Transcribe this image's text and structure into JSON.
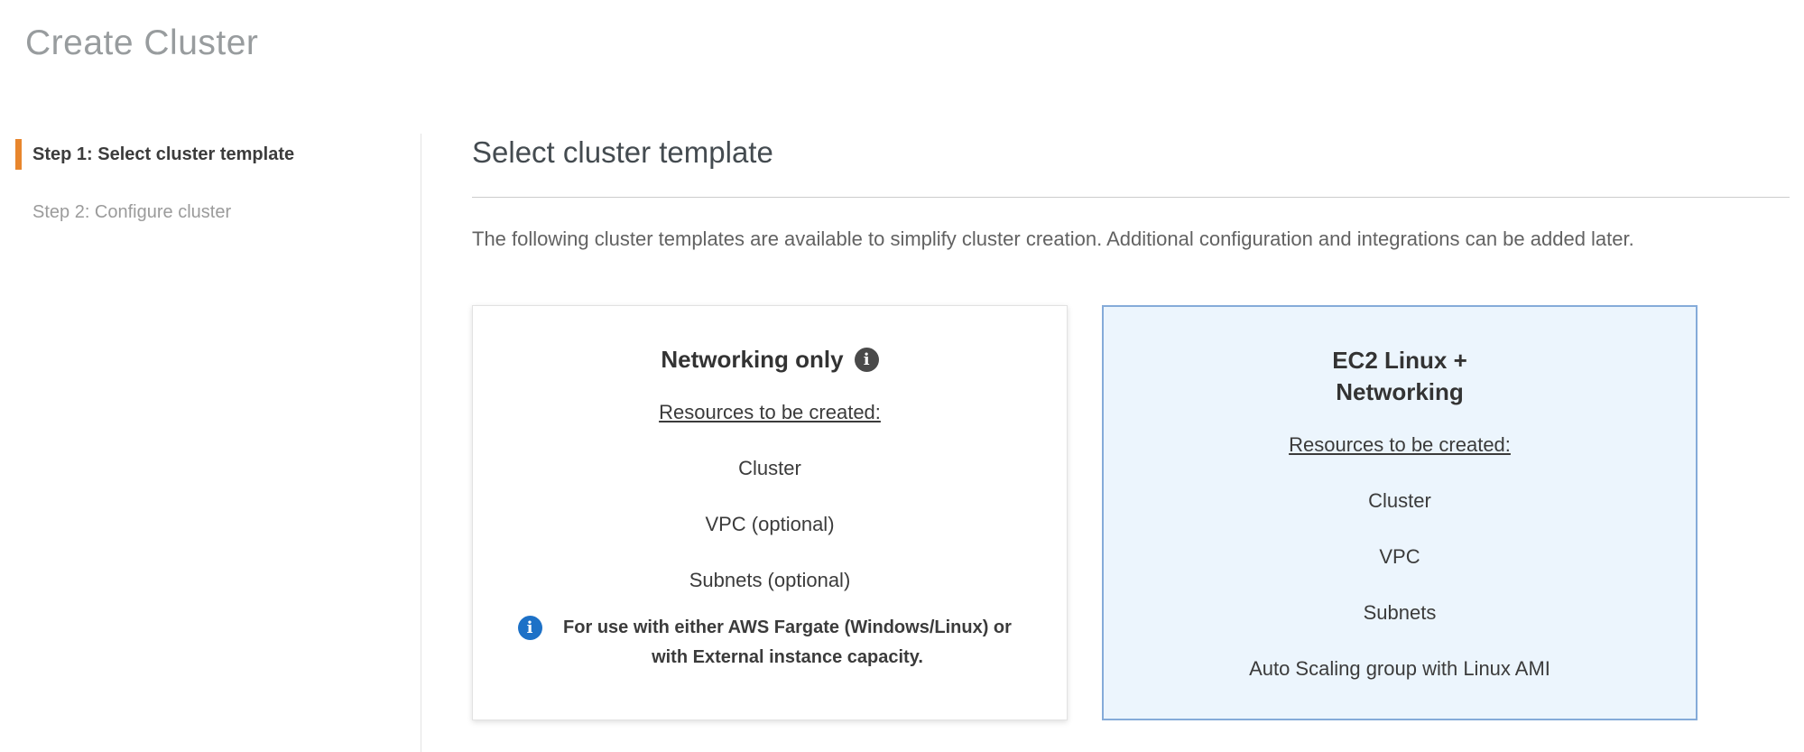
{
  "page": {
    "title": "Create Cluster"
  },
  "steps": [
    {
      "label": "Step 1: Select cluster template",
      "active": true
    },
    {
      "label": "Step 2: Configure cluster",
      "active": false
    }
  ],
  "main": {
    "heading": "Select cluster template",
    "description": "The following cluster templates are available to simplify cluster creation. Additional configuration and integrations can be added later."
  },
  "cards": [
    {
      "title": "Networking only",
      "selected": false,
      "resources_label": "Resources to be created:",
      "resources": [
        "Cluster",
        "VPC (optional)",
        "Subnets (optional)"
      ],
      "note": "For use with either AWS Fargate (Windows/Linux) or with External instance capacity."
    },
    {
      "title": "EC2 Linux +\nNetworking",
      "selected": true,
      "resources_label": "Resources to be created:",
      "resources": [
        "Cluster",
        "VPC",
        "Subnets",
        "Auto Scaling group with Linux AMI"
      ]
    }
  ],
  "icons": {
    "info_glyph": "i"
  },
  "colors": {
    "accent_orange": "#e8862d",
    "page_title_gray": "#989c9e",
    "selected_card_border": "#85abd9",
    "selected_card_bg": "#ecf5fd",
    "info_icon_dark": "#4a4a4a",
    "info_icon_blue": "#1d71c7"
  }
}
